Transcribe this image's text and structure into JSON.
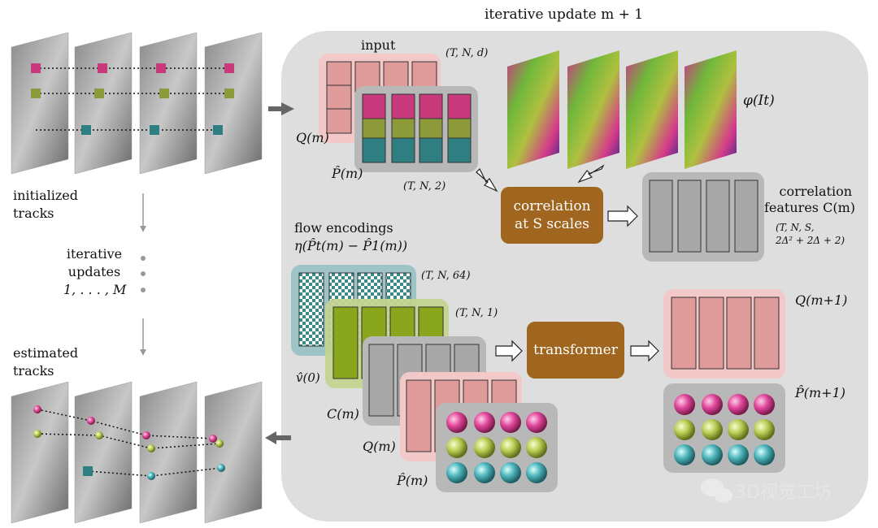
{
  "header": {
    "title": "iterative update m + 1"
  },
  "left": {
    "initialized": [
      "initialized",
      "tracks"
    ],
    "iterative": [
      "iterative",
      "updates",
      "1, . . . , M"
    ],
    "estimated": [
      "estimated",
      "tracks"
    ]
  },
  "center": {
    "input_label": "input",
    "q_shape": "(T, N, d)",
    "q_label": "Q(m)",
    "p_label": "P̂(m)",
    "p_shape": "(T, N, 2)",
    "phi_label": "φ(It)",
    "correlation_box": [
      "correlation",
      "at S scales"
    ],
    "corr_title": [
      "correlation",
      "features C(m)"
    ],
    "corr_shape": [
      "(T, N, S,",
      "2Δ² + 2Δ + 2)"
    ],
    "flow_title": [
      "flow encodings",
      "η(P̂t(m) − P̂1(m))"
    ],
    "flow_shape": "(T, N, 64)",
    "v_shape": "(T, N, 1)",
    "v_label": "v̂(0)",
    "c_label": "C(m)",
    "q2_label": "Q(m)",
    "p2_label": "P̂(m)",
    "transformer_box": "transformer",
    "q_next": "Q(m+1)",
    "p_next": "P̂(m+1)"
  },
  "watermark": "3D视觉工坊",
  "colors": {
    "panel": "#dedede",
    "pink_cell": "#df9a9a",
    "pink_bg": "#f2c8c8",
    "gray_bg": "#b8b8b8",
    "brown": "#a0651e",
    "green": "#8aa61c",
    "teal_bg": "#9ec4c8",
    "magenta": "#c83a7c",
    "olive": "#8d9a3a",
    "teal": "#2f7f82"
  }
}
